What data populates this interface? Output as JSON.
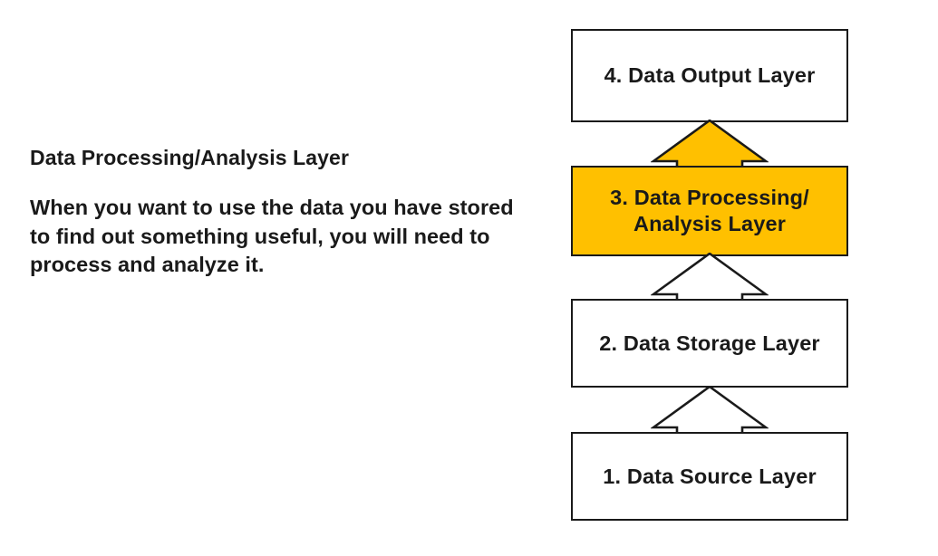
{
  "panel": {
    "heading": "Data Processing/Analysis Layer",
    "body": "When you want to use the data you have stored to find out something useful, you will need to process and analyze it."
  },
  "diagram": {
    "layers": [
      {
        "id": "output",
        "label": "4. Data Output Layer",
        "fill": "#FFFFFF",
        "highlighted": false
      },
      {
        "id": "processing",
        "label": "3. Data Processing/\nAnalysis Layer",
        "fill": "#FFC000",
        "highlighted": true
      },
      {
        "id": "storage",
        "label": "2. Data Storage Layer",
        "fill": "#FFFFFF",
        "highlighted": false
      },
      {
        "id": "source",
        "label": "1. Data Source Layer",
        "fill": "#FFFFFF",
        "highlighted": false
      }
    ],
    "arrows": [
      {
        "id": "arrow-3-to-4",
        "from": "3. Data Processing/Analysis Layer",
        "to": "4. Data Output Layer",
        "direction": "up",
        "fill": "#FFC000"
      },
      {
        "id": "arrow-2-to-3",
        "from": "2. Data Storage Layer",
        "to": "3. Data Processing/Analysis Layer",
        "direction": "up",
        "fill": "#FFFFFF"
      },
      {
        "id": "arrow-1-to-2",
        "from": "1. Data Source Layer",
        "to": "2. Data Storage Layer",
        "direction": "up",
        "fill": "#FFFFFF"
      }
    ]
  },
  "colors": {
    "highlight": "#FFC000",
    "outline": "#1A1A1A",
    "background": "#FFFFFF",
    "text": "#1A1A1A"
  }
}
